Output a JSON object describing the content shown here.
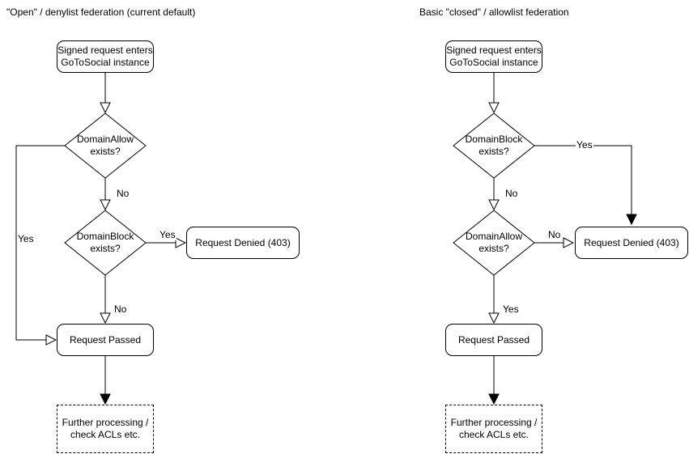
{
  "diagram": {
    "colors": {
      "stroke": "#000000",
      "text": "#000000",
      "background": "#ffffff",
      "shape_fill": "#ffffff"
    },
    "charts": [
      {
        "title": "\"Open\" / denylist federation (current default)",
        "nodes": {
          "start": "Signed request enters\nGoToSocial instance",
          "decision1": "DomainAllow\nexists?",
          "decision2": "DomainBlock\nexists?",
          "denied": "Request Denied (403)",
          "passed": "Request Passed",
          "further": "Further processing /\ncheck ACLs etc."
        },
        "labels": {
          "decision1_branch": "Yes",
          "decision1_down": "No",
          "decision2_branch": "Yes",
          "decision2_down": "No"
        }
      },
      {
        "title": "Basic \"closed\" / allowlist federation",
        "nodes": {
          "start": "Signed request enters\nGoToSocial instance",
          "decision1": "DomainBlock\nexists?",
          "decision2": "DomainAllow\nexists?",
          "denied": "Request Denied (403)",
          "passed": "Request Passed",
          "further": "Further processing /\ncheck ACLs etc."
        },
        "labels": {
          "decision1_branch": "Yes",
          "decision1_down": "No",
          "decision2_branch": "No",
          "decision2_down": "Yes"
        }
      }
    ]
  }
}
